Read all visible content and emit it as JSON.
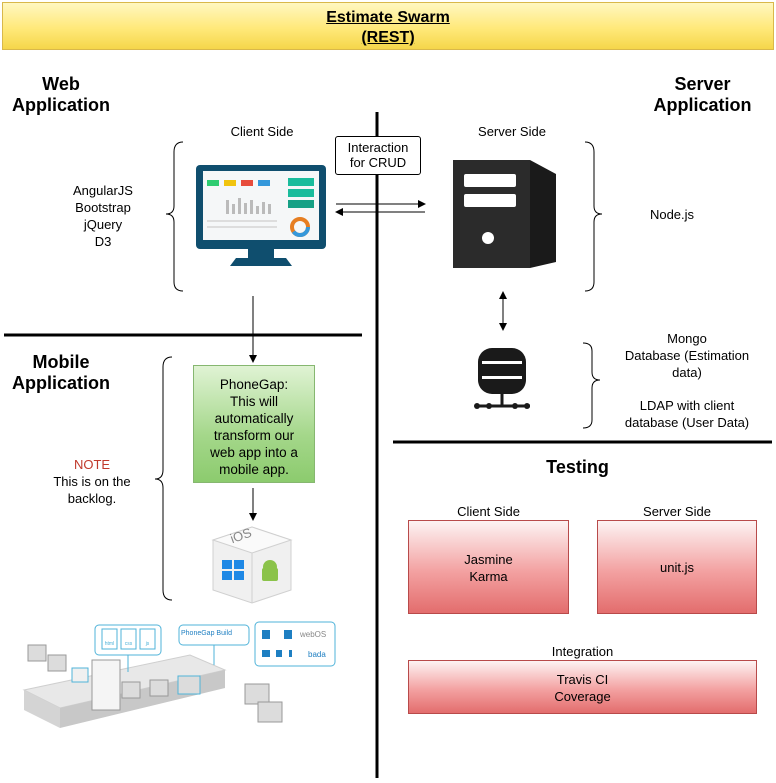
{
  "title": {
    "line1": "Estimate Swarm",
    "line2": "(REST)"
  },
  "web_app": {
    "heading_line1": "Web",
    "heading_line2": "Application",
    "client_side": "Client Side",
    "tech": [
      "AngularJS",
      "Bootstrap",
      "jQuery",
      "D3"
    ]
  },
  "crud": {
    "line1": "Interaction",
    "line2": "for CRUD"
  },
  "server_app": {
    "heading_line1": "Server",
    "heading_line2": "Application",
    "server_side": "Server Side",
    "tech": "Node.js",
    "db_line1": "Mongo",
    "db_line2": "Database (Estimation",
    "db_line3": "data)",
    "ldap_line1": "LDAP with client",
    "ldap_line2": "database (User Data)"
  },
  "mobile_app": {
    "heading_line1": "Mobile",
    "heading_line2": "Application",
    "note_label": "NOTE",
    "note_line1": "This is on the",
    "note_line2": "backlog.",
    "phonegap_lines": [
      "PhoneGap:",
      "This will",
      "automatically",
      "transform our",
      "web app into a",
      "mobile app."
    ],
    "ios_label": "iOS",
    "pg_build": "PhoneGap Build",
    "file_labels": [
      "html",
      "css",
      "js"
    ],
    "platform_labels": [
      "webOS",
      "bada"
    ]
  },
  "testing": {
    "heading": "Testing",
    "client_label": "Client Side",
    "client_tools": [
      "Jasmine",
      "Karma"
    ],
    "server_label": "Server Side",
    "server_tools": [
      "unit.js"
    ],
    "integration_label": "Integration",
    "integration_tools": [
      "Travis CI",
      "Coverage"
    ]
  },
  "colors": {
    "note": "#c0392b",
    "title_bg": "#ffe97a",
    "red_box": "#e36d6d",
    "green_note": "#a4d78a"
  }
}
